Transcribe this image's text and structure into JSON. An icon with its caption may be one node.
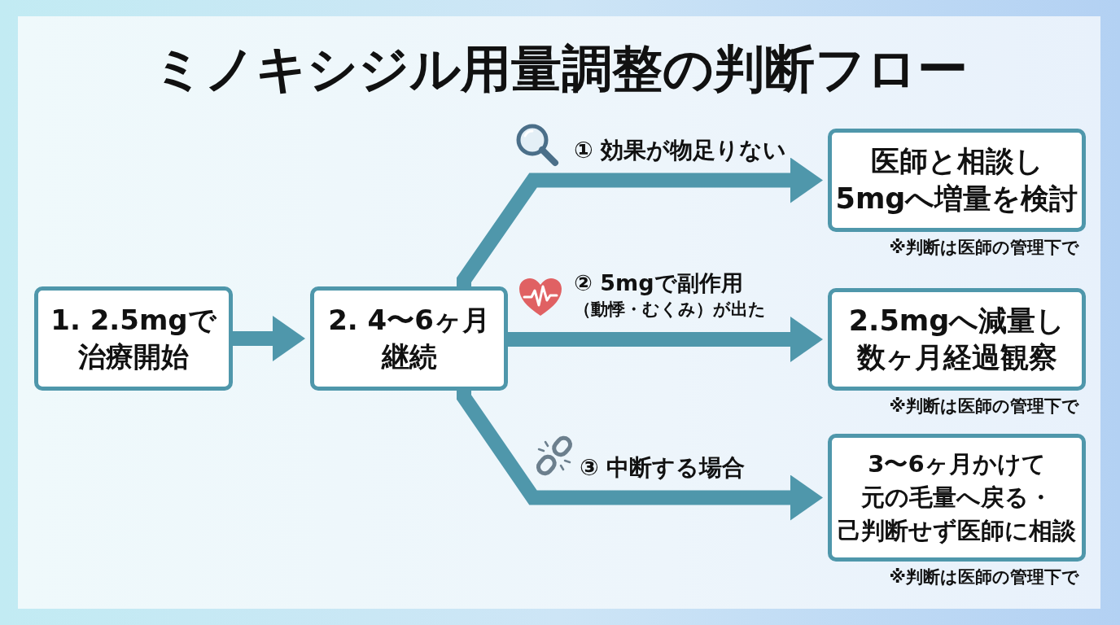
{
  "diagram": {
    "title": "ミノキシジル用量調整の判断フロー",
    "nodes": [
      {
        "text": [
          "1. 2.5mgで治療開始"
        ]
      },
      {
        "text": [
          "2. 4〜6ヶ月継続"
        ]
      },
      {
        "text": [
          "医師と相談し5mgへ増量を検討"
        ],
        "beside": [
          "※判断は医師の管理下で"
        ]
      },
      {
        "text": [
          "2.5mgへ減量し数ヶ月経過観察"
        ],
        "beside": [
          "※判断は医師の管理下で"
        ]
      },
      {
        "text": [
          "3〜6ヶ月かけて元の毛量へ戻る・己判断せず医師に相談"
        ],
        "beside": [
          "※判断は医師の管理下で"
        ]
      }
    ],
    "edges": [
      {
        "from": 0,
        "to": 1,
        "arrow": "to"
      },
      {
        "from": 1,
        "to": 2,
        "arrow": "to",
        "label": "① 効果が物足りない"
      },
      {
        "from": 1,
        "to": 3,
        "arrow": "to",
        "label": "② 5mgで副作用（動悸・むくみ）が出た"
      },
      {
        "from": 1,
        "to": 4,
        "arrow": "to",
        "label": "③ 中断する場合"
      }
    ]
  }
}
